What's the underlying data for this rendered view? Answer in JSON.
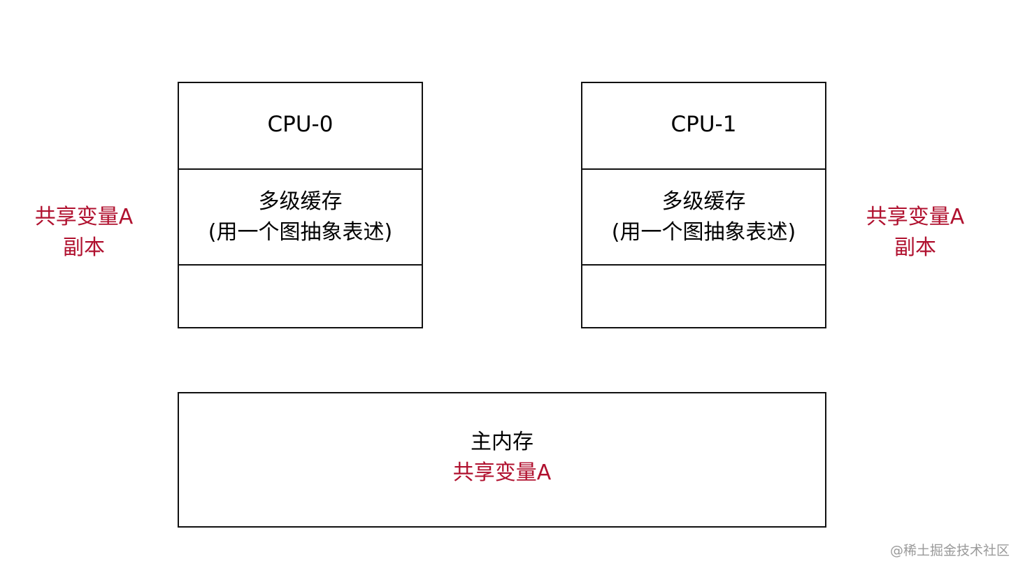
{
  "cpus": [
    {
      "title": "CPU-0",
      "cache_line1": "多级缓存",
      "cache_line2": "(用一个图抽象表述)"
    },
    {
      "title": "CPU-1",
      "cache_line1": "多级缓存",
      "cache_line2": "(用一个图抽象表述)"
    }
  ],
  "copies": [
    {
      "line1": "共享变量A",
      "line2": "副本"
    },
    {
      "line1": "共享变量A",
      "line2": "副本"
    }
  ],
  "main_memory": {
    "title": "主内存",
    "shared_variable": "共享变量A"
  },
  "watermark": "@稀土掘金技术社区",
  "colors": {
    "accent_red": "#b0112f",
    "border": "#111111",
    "watermark": "#9a9a9a"
  }
}
